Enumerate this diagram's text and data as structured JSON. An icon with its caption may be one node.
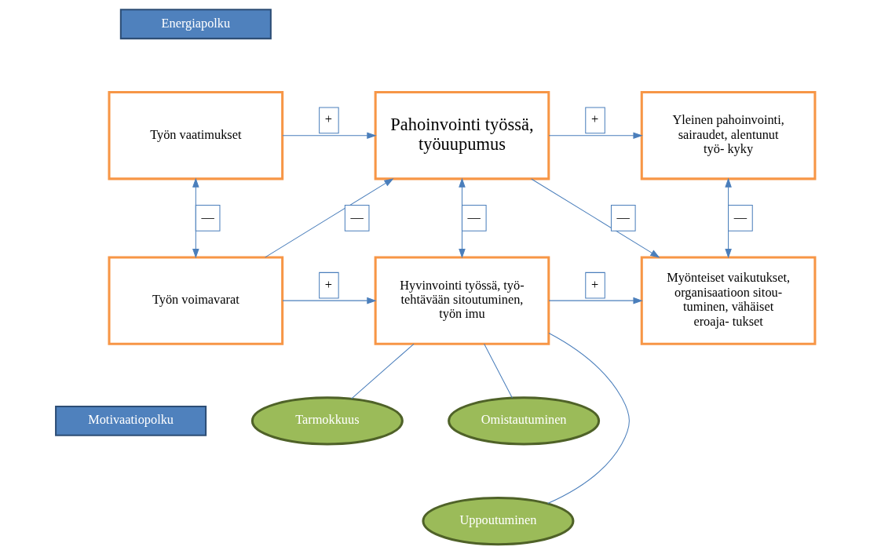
{
  "diagram": {
    "nodes": [
      {
        "text": [
          "Energiapolku"
        ]
      },
      {
        "text": [
          "Motivaatiopolku"
        ]
      },
      {
        "text": [
          "Työn vaatimukset"
        ]
      },
      {
        "text": [
          "Pahoinvointi työssä, työuupumus"
        ]
      },
      {
        "text": [
          "Yleinen pahoinvointi, sairaudet, alentunut työ- kyky"
        ]
      },
      {
        "text": [
          "Työn voimavarat"
        ]
      },
      {
        "text": [
          "Hyvinvointi työssä, työ- tehtävään sitoutuminen, työn imu"
        ]
      },
      {
        "text": [
          "Myönteiset vaikutukset, organisaatioon sitou- tuminen, vähäiset eroaja- tukset"
        ]
      },
      {
        "text": [
          "Tarmokkuus"
        ]
      },
      {
        "text": [
          "Omistautuminen"
        ]
      },
      {
        "text": [
          "Uppoutuminen"
        ]
      }
    ],
    "edges": [
      {
        "from": 2,
        "to": 3,
        "arrow": "to",
        "label": "+"
      },
      {
        "from": 3,
        "to": 4,
        "arrow": "to",
        "label": "+"
      },
      {
        "from": 2,
        "to": 5,
        "arrow": "both",
        "label": "—"
      },
      {
        "from": 5,
        "to": 3,
        "arrow": "to",
        "label": "—"
      },
      {
        "from": 3,
        "to": 6,
        "arrow": "both",
        "label": "—"
      },
      {
        "from": 3,
        "to": 7,
        "arrow": "to",
        "label": "—"
      },
      {
        "from": 4,
        "to": 7,
        "arrow": "both",
        "label": "—"
      },
      {
        "from": 5,
        "to": 6,
        "arrow": "to",
        "label": "+"
      },
      {
        "from": 6,
        "to": 7,
        "arrow": "to",
        "label": "+"
      },
      {
        "from": 6,
        "to": 8,
        "arrow": "none"
      },
      {
        "from": 6,
        "to": 9,
        "arrow": "none"
      },
      {
        "from": 6,
        "to": 10,
        "arrow": "none"
      }
    ]
  }
}
